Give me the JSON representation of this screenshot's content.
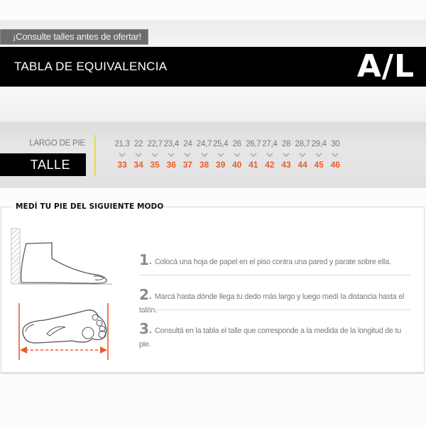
{
  "notice": {
    "label": "¡Consulte talles antes de ofertar!"
  },
  "header": {
    "title": "TABLA DE EQUIVALENCIA",
    "brand": "A/L"
  },
  "size_table": {
    "row_label_length": "LARGO DE PIE",
    "row_label_size": "TALLE",
    "accent_color": "#ee5a2c",
    "divider_color": "#e8df2a",
    "columns": [
      {
        "length": "21,3",
        "size": "33"
      },
      {
        "length": "22",
        "size": "34"
      },
      {
        "length": "22,7",
        "size": "35"
      },
      {
        "length": "23,4",
        "size": "36"
      },
      {
        "length": "24",
        "size": "37"
      },
      {
        "length": "24,7",
        "size": "38"
      },
      {
        "length": "25,4",
        "size": "39"
      },
      {
        "length": "26",
        "size": "40"
      },
      {
        "length": "26,7",
        "size": "41"
      },
      {
        "length": "27,4",
        "size": "42"
      },
      {
        "length": "28",
        "size": "43"
      },
      {
        "length": "28,7",
        "size": "44"
      },
      {
        "length": "29,4",
        "size": "45"
      },
      {
        "length": "30",
        "size": "46"
      }
    ]
  },
  "instructions": {
    "title": "MEDÍ TU PIE DEL SIGUIENTE MODO",
    "steps": [
      {
        "number": "1",
        "text": "Colocá una hoja de papel en el piso contra una pared y parate sobre ella."
      },
      {
        "number": "2",
        "text": "Marcá hasta dónde llega tu dedo más largo y luego medí la distancia hasta el talón."
      },
      {
        "number": "3",
        "text": "Consultá en la tabla el talle que corresponde a la medida de la longitud de tu pie."
      }
    ]
  }
}
